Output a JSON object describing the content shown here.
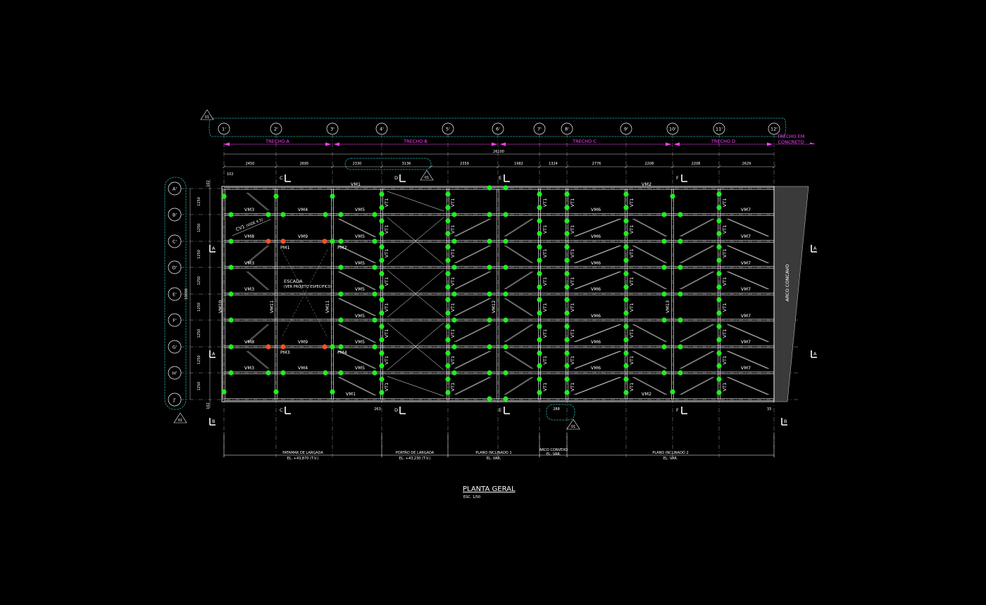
{
  "revision_tag": "01",
  "col_axes": [
    "1'",
    "2'",
    "3'",
    "4'",
    "5'",
    "6'",
    "7'",
    "8'",
    "9'",
    "10'",
    "11'",
    "12'"
  ],
  "row_axes": [
    "A'",
    "B'",
    "C'",
    "D'",
    "E'",
    "F'",
    "G'",
    "H'",
    "J'"
  ],
  "trechos": [
    "TRECHO A",
    "TRECHO B",
    "TRECHO C",
    "TRECHO D",
    "TRECHO EM CONCRETO"
  ],
  "total_dim": "26100",
  "span_dims": [
    "2450",
    "2695",
    "2330",
    "3136",
    "2359",
    "1982",
    "1324",
    "2776",
    "2208",
    "2208",
    "2629"
  ],
  "small_dims": {
    "top_left": "102",
    "row_top": "102",
    "row_bottom": "102",
    "d_bottom": "263",
    "e_bottom": "288",
    "right_bottom": "33"
  },
  "row_dims": [
    "1250",
    "1250",
    "1250",
    "1250",
    "1250",
    "1250",
    "1250",
    "1250"
  ],
  "total_height": "10000",
  "section_marks": {
    "A": "A",
    "B": "B",
    "C": "C",
    "D": "D",
    "E": "E",
    "F": "F"
  },
  "beams": {
    "vm1": "VM1",
    "vm2": "VM2",
    "vm3": "VM3",
    "vm4": "VM4",
    "vm5": "VM5",
    "vm6": "VM6",
    "vm7": "VM7",
    "vm8": "VM8",
    "vm9": "VM9",
    "vm10": "VM10",
    "vm11": "VM11",
    "vm12": "VM12",
    "vm13": "VM13",
    "vt1": "VT1",
    "cv1": "CV1",
    "cv1_note": "(VIDE 4.5)"
  },
  "pillars": [
    "PM1",
    "PM2",
    "PM3",
    "PM4"
  ],
  "stair_label": "ESCADA",
  "stair_note": "(VER PROJETO ESPECIFICO)",
  "arch_label": "ARCO CONCAVO",
  "zones": [
    {
      "name": "PATAMAR DE LARGADA",
      "elev": "EL. +43,870 (T.V.)"
    },
    {
      "name": "PORTÃO DE LARGADA",
      "elev": "EL. +43,230 (T.V.)"
    },
    {
      "name": "PLANO INCLINADO 1",
      "elev": "EL. VAR."
    },
    {
      "name": "ARCO CONVEXO",
      "elev": "EL. VAR."
    },
    {
      "name": "PLANO INCLINADO 2",
      "elev": "EL. VAR."
    }
  ],
  "sheet_title": "PLANTA GERAL",
  "sheet_scale": "ESC. 1/50",
  "colors": {
    "background": "#000000",
    "lines": "#ffffff",
    "grid": "#9a9a9a",
    "revision_cloud": "#1fa3a3",
    "trecho": "#ff40ff",
    "connection": "#22ee22",
    "pillar_node": "#ee5522",
    "arch_fill": "#3a3a3a"
  }
}
